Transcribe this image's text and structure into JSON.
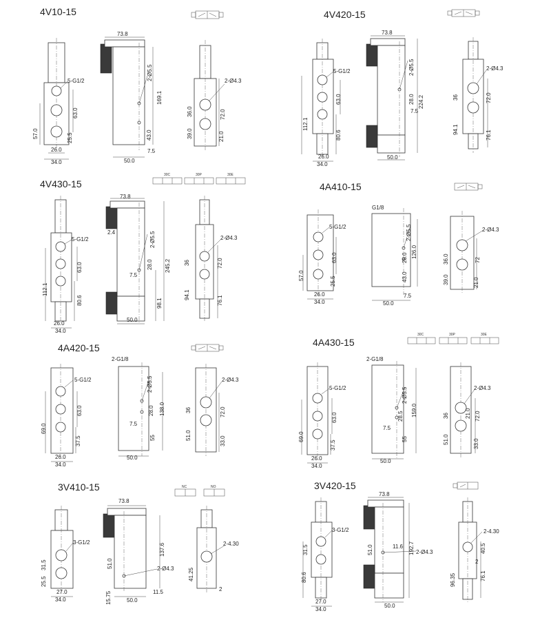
{
  "models": [
    {
      "id": "4v10",
      "title": "4V10-15",
      "front": {
        "port": "5-G1/2",
        "side": [
          "57.0",
          "63.0"
        ],
        "small": [
          "25.5"
        ],
        "bottom": [
          "26.0",
          "34.0"
        ]
      },
      "side": {
        "top": "73.8",
        "port": "2-Ø5.5",
        "h": [
          "169.1"
        ],
        "v": [
          "43.0"
        ],
        "bottom": [
          "50.0",
          "7.5"
        ]
      },
      "right": {
        "hole": "2-Ø4.3",
        "left": [
          "36.0",
          "39.0"
        ],
        "right": [
          "72.0",
          "21.0"
        ]
      },
      "symbols": [
        ""
      ]
    },
    {
      "id": "4v420",
      "title": "4V420-15",
      "front": {
        "port": "5-G1/2",
        "side": [
          "112.1",
          "63.0",
          "80.6"
        ],
        "small": [],
        "bottom": [
          "26.0",
          "34.0"
        ]
      },
      "side": {
        "top": "73.8",
        "port": "2-Ø5.5",
        "h": [
          "224.2"
        ],
        "v": [
          "28.0",
          "7.5"
        ],
        "bottom": [
          "50.0"
        ]
      },
      "right": {
        "hole": "2-Ø4.3",
        "left": [
          "36",
          "94.1"
        ],
        "right": [
          "72.0",
          "76.1"
        ]
      },
      "symbols": [
        ""
      ]
    },
    {
      "id": "4v430",
      "title": "4V430-15",
      "front": {
        "port": "5-G1/2",
        "side": [
          "112.1",
          "63.0",
          "80.6"
        ],
        "small": [],
        "bottom": [
          "26.0",
          "34.0"
        ]
      },
      "side": {
        "top": "73.8",
        "port": "2-Ø5.5",
        "h": [
          "245.2",
          "98.1"
        ],
        "v": [
          "2.4",
          "28.0",
          "7.5"
        ],
        "bottom": [
          "50.0"
        ]
      },
      "right": {
        "hole": "2-Ø4.3",
        "left": [
          "36",
          "94.1"
        ],
        "right": [
          "72.0",
          "76.1"
        ]
      },
      "symbols": [
        "30C",
        "30P",
        "30E"
      ]
    },
    {
      "id": "4a410",
      "title": "4A410-15",
      "front": {
        "port": "5-G1/2",
        "side": [
          "57.0",
          "63.0"
        ],
        "small": [
          "25.5"
        ],
        "bottom": [
          "26.0",
          "34.0"
        ]
      },
      "side": {
        "top": "G1/8",
        "port": "2-Ø5.5",
        "h": [
          "126.0"
        ],
        "v": [
          "28.0",
          "43.0"
        ],
        "bottom": [
          "50.0",
          "7.5"
        ]
      },
      "right": {
        "hole": "2-Ø4.3",
        "left": [
          "36.0",
          "39.0"
        ],
        "right": [
          "72",
          "21.0"
        ]
      },
      "symbols": [
        ""
      ]
    },
    {
      "id": "4a420",
      "title": "4A420-15",
      "front": {
        "port": "5-G1/2",
        "side": [
          "69.0",
          "63.0",
          "37.5"
        ],
        "small": [],
        "bottom": [
          "26.0",
          "34.0"
        ]
      },
      "side": {
        "top": "2-G1/8",
        "port": "2-Ø5.5",
        "h": [
          "138.0",
          "55"
        ],
        "v": [
          "28.0",
          "7.5"
        ],
        "bottom": [
          "50.0"
        ]
      },
      "right": {
        "hole": "2-Ø4.3",
        "left": [
          "36",
          "51.0"
        ],
        "right": [
          "72.0",
          "33.0"
        ]
      },
      "symbols": [
        ""
      ]
    },
    {
      "id": "4a430",
      "title": "4A430-15",
      "front": {
        "port": "5-G1/2",
        "side": [
          "69.0",
          "63.0",
          "37.5"
        ],
        "small": [],
        "bottom": [
          "26.0",
          "34.0"
        ]
      },
      "side": {
        "top": "2-G1/8",
        "port": "2-Ø5.5",
        "h": [
          "159.0",
          "55"
        ],
        "v": [
          "28.5",
          "7.5"
        ],
        "bottom": [
          "50.0"
        ]
      },
      "right": {
        "hole": "2-Ø4.3",
        "left": [
          "36",
          "51.0"
        ],
        "right": [
          "72.0",
          "33.0"
        ],
        "extra": [
          "21.0"
        ]
      },
      "symbols": [
        "30C",
        "30P",
        "30E"
      ]
    },
    {
      "id": "3v410",
      "title": "3V410-15",
      "front": {
        "port": "3-G1/2",
        "side": [
          "31.5",
          "25.5"
        ],
        "small": [],
        "bottom": [
          "27.0",
          "34.0"
        ]
      },
      "side": {
        "top": "73.8",
        "port": "2-Ø4.3",
        "h": [
          "137.6"
        ],
        "v": [
          "51.0",
          "15.75"
        ],
        "bottom": [
          "50.0",
          "11.5"
        ]
      },
      "right": {
        "hole": "2-4.30",
        "left": [
          "41.25"
        ],
        "right": [
          "2"
        ]
      },
      "symbols": [
        "NC",
        "NO"
      ]
    },
    {
      "id": "3v420",
      "title": "3V420-15",
      "front": {
        "port": "3-G1/2",
        "side": [
          "31.5",
          "80.6"
        ],
        "small": [],
        "bottom": [
          "27.0",
          "34.0"
        ]
      },
      "side": {
        "top": "73.8",
        "port": "2-Ø4.3",
        "h": [
          "192.7"
        ],
        "v": [
          "51.0",
          "11.6"
        ],
        "bottom": [
          "50.0"
        ]
      },
      "right": {
        "hole": "2-4.30",
        "left": [
          "96.35"
        ],
        "right": [
          "40.5",
          "76.1",
          "2"
        ]
      },
      "symbols": [
        ""
      ]
    }
  ]
}
